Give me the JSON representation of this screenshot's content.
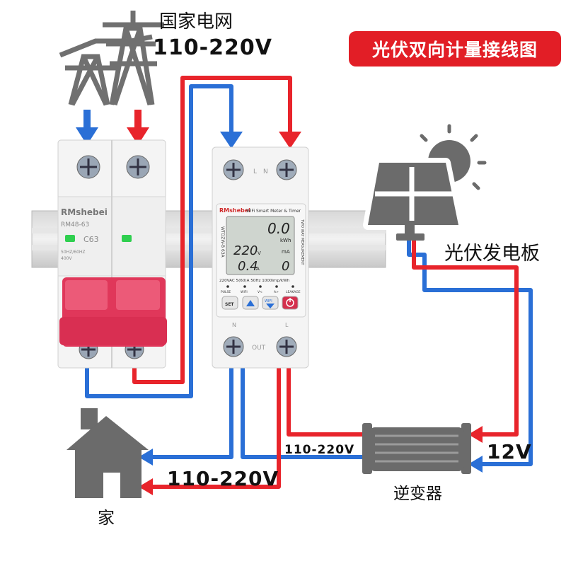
{
  "grid": {
    "title": "国家电网",
    "voltage": "110-220V"
  },
  "diagram_title": "光伏双向计量接线图",
  "breaker": {
    "brand": "RMshebei",
    "model": "RM48-63",
    "rating": "C63",
    "freq": "50HZ/60HZ",
    "voltage": "400V"
  },
  "meter": {
    "brand": "RMshebei",
    "title": "WiFi Smart Meter & Timer",
    "side_model": "WTDZW-B 63A",
    "side_text": "TWO WAY MEASUREMENT",
    "display": {
      "energy": "0.0",
      "energy_unit": "kWh",
      "voltage": "220",
      "voltage_unit": "V",
      "current": "0.4",
      "current_unit": "A",
      "leak": "0",
      "leak_unit": "mA"
    },
    "spec": "220VAC 5(60)A 50Hz 1000imp/kWh",
    "indicators": [
      "PULSE",
      "WIFI",
      "V<",
      "A>",
      "LEAKAGE"
    ],
    "buttons": {
      "set": "SET",
      "wifi": "WIFI"
    },
    "terminal_top": [
      "L",
      "N"
    ],
    "terminal_bottom": [
      "N",
      "L"
    ],
    "bottom_mark": "OUT"
  },
  "solar_panel_label": "光伏发电板",
  "inverter_label": "逆变器",
  "home_label": "家",
  "wire_labels": {
    "house": "110-220V",
    "inverter": "110-220V",
    "dc": "12V"
  },
  "colors": {
    "red_wire": "#e8242b",
    "blue_wire": "#2a6fd6",
    "badge": "#e21e26",
    "breaker_handle": "#e0375a",
    "tower": "#6e6e6e",
    "house": "#6b6b6b"
  }
}
